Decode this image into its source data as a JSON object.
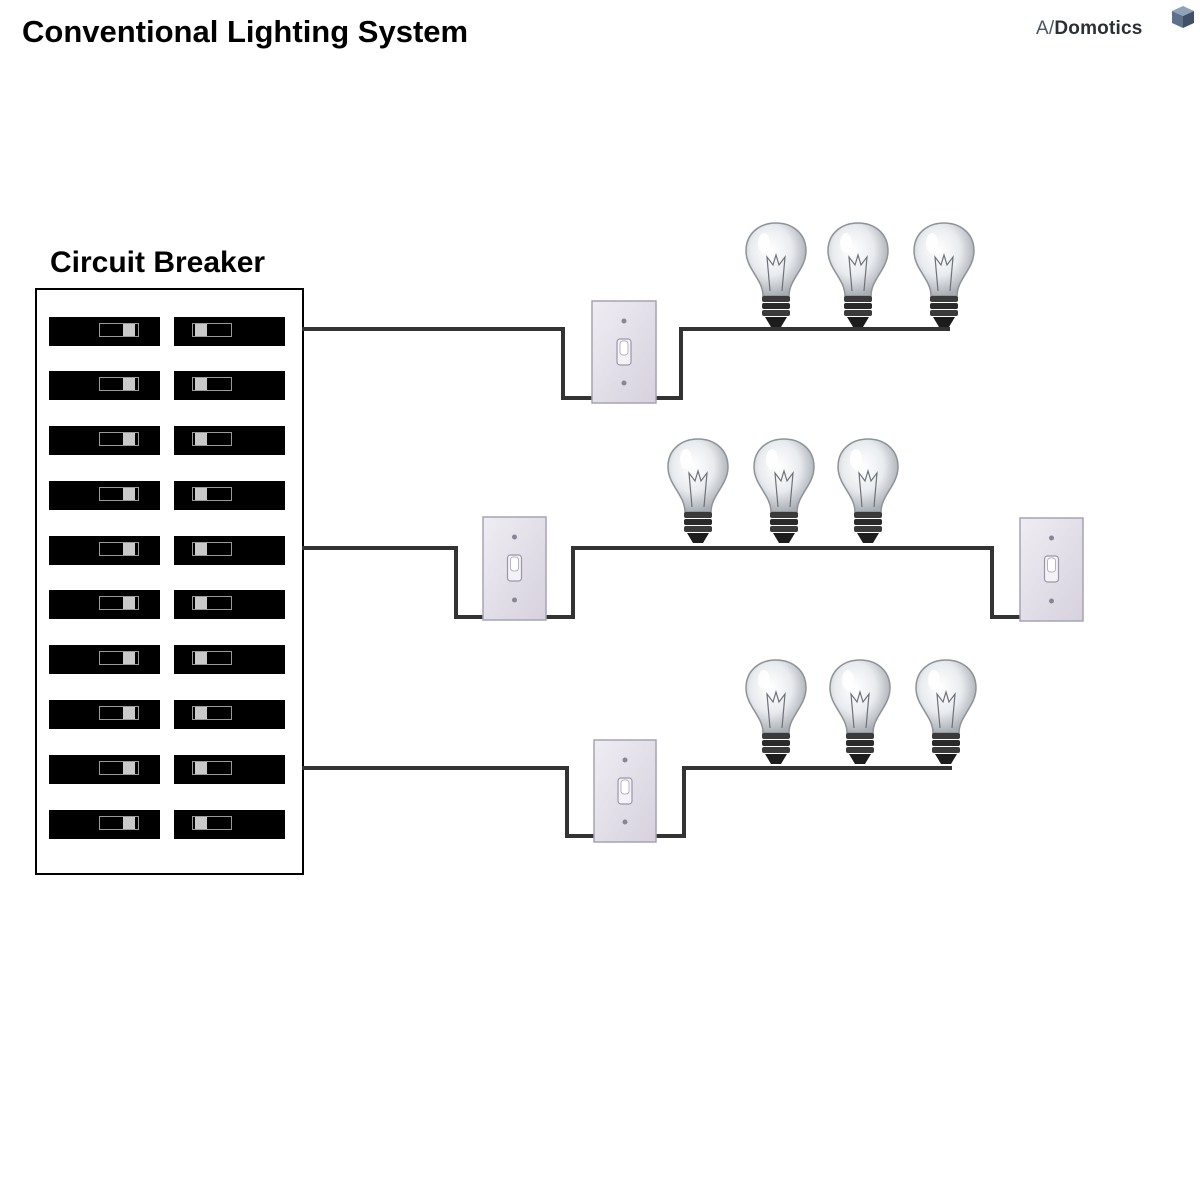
{
  "title": "Conventional Lighting System",
  "logo": {
    "prefix": "A/",
    "name": "Domotics"
  },
  "panel": {
    "label": "Circuit Breaker",
    "rows": 10,
    "columns": 2
  },
  "colors": {
    "wire": "#333333",
    "switch_plate": "#e3dfea",
    "bulb_glass": "#eef0f2",
    "bulb_base": "#2a2a2a"
  },
  "circuits": [
    {
      "name": "circuit-1",
      "switches": 1,
      "bulbs": 3
    },
    {
      "name": "circuit-2",
      "switches": 2,
      "bulbs": 3
    },
    {
      "name": "circuit-3",
      "switches": 1,
      "bulbs": 3
    }
  ]
}
